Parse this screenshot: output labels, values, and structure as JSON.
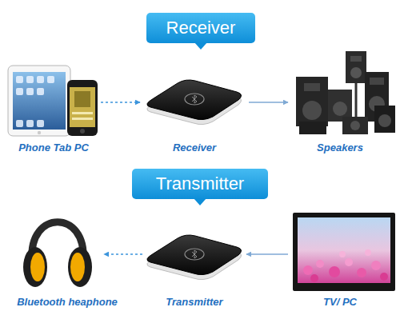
{
  "diagram": {
    "nodes": [
      {
        "text": [
          "Receiver"
        ]
      },
      {
        "text": [
          "Phone Tab PC"
        ]
      },
      {
        "text": [
          "Receiver"
        ]
      },
      {
        "text": [
          "Speakers"
        ]
      },
      {
        "text": [
          "Transmitter"
        ]
      },
      {
        "text": [
          "Bluetooth heaphone"
        ]
      },
      {
        "text": [
          "Transmitter"
        ]
      },
      {
        "text": [
          "TV/ PC"
        ]
      }
    ],
    "edges": [
      {
        "from": 1,
        "to": 2,
        "arrow": "to"
      },
      {
        "from": 2,
        "to": 3,
        "arrow": "to"
      },
      {
        "from": 7,
        "to": 6,
        "arrow": "to"
      },
      {
        "from": 6,
        "to": 5,
        "arrow": "to"
      }
    ]
  }
}
